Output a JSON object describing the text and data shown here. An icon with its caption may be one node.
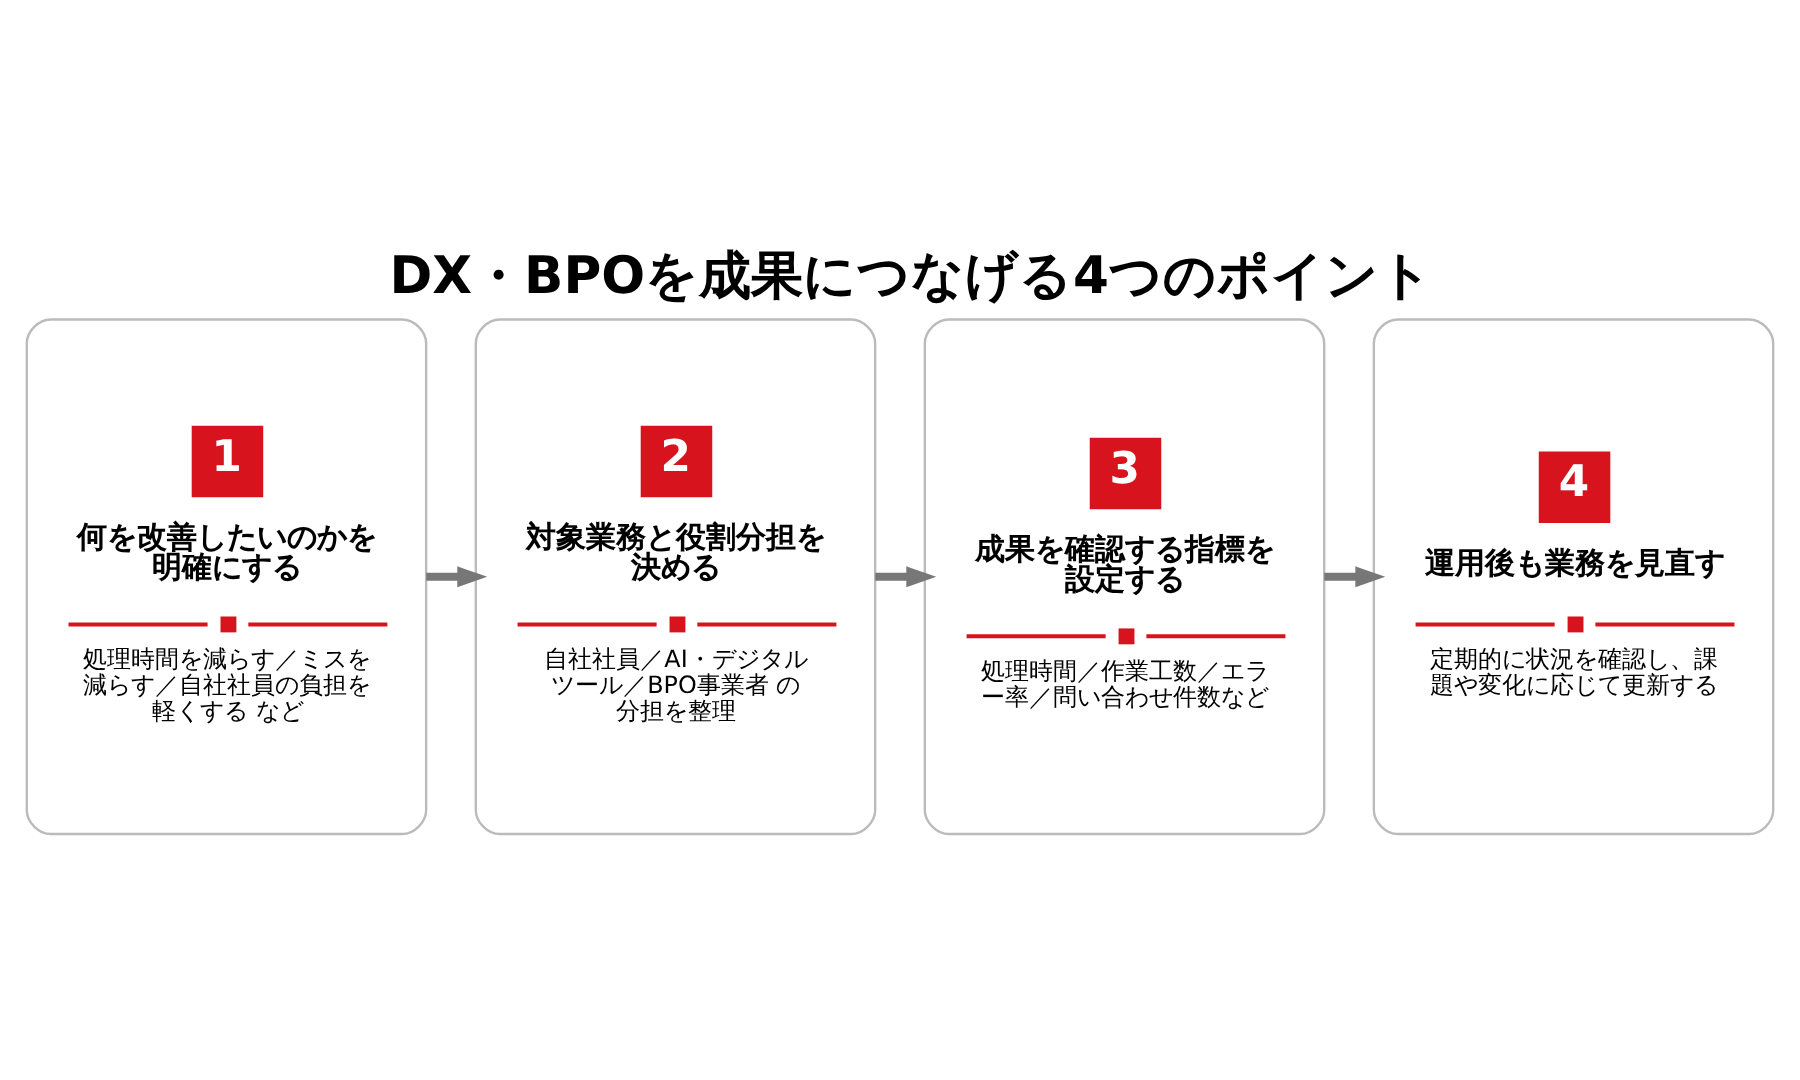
{
  "diagram": {
    "title": "DX・BPOを成果につなげる4つのポイント",
    "nodes": [
      {
        "text": [
          "1",
          "何を改善したいのかを明確にする",
          "処理時間を減らす／ミスを減らす／自社社員の負担を軽くする など"
        ]
      },
      {
        "text": [
          "2",
          "対象業務と役割分担を決める",
          "自社社員／AI・デジタルツール／BPO事業者 の分担を整理"
        ]
      },
      {
        "text": [
          "3",
          "成果を確認する指標を設定する",
          "処理時間／作業工数／エラー率／問い合わせ件数など"
        ]
      },
      {
        "text": [
          "4",
          "運用後も業務を見直す",
          "定期的に状況を確認し、課題や変化に応じて更新する"
        ]
      }
    ],
    "edges": [
      {
        "from": 0,
        "to": 1,
        "arrow": "to"
      },
      {
        "from": 1,
        "to": 2,
        "arrow": "to"
      },
      {
        "from": 2,
        "to": 3,
        "arrow": "to"
      }
    ]
  }
}
